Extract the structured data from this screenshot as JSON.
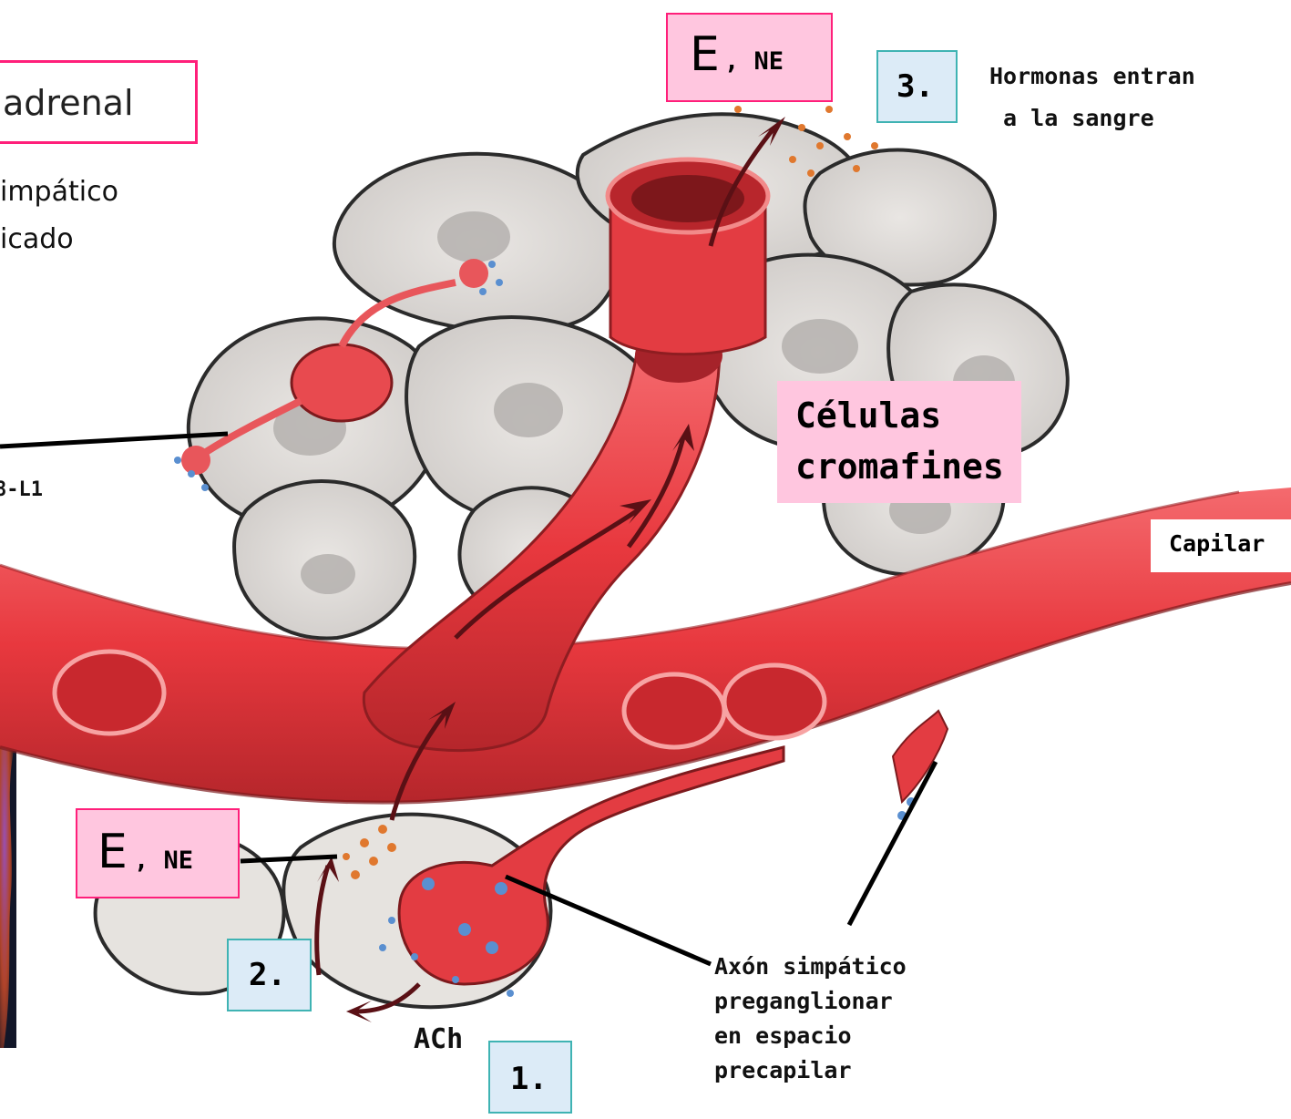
{
  "title_fragment": "adrenal",
  "subtitle_fragment": [
    "impático",
    "icado"
  ],
  "left_label_fragment": "8-L1",
  "top_box": {
    "main": "E",
    "sub": ", NE"
  },
  "bottom_box": {
    "main": "E",
    "sub": ", NE"
  },
  "steps": {
    "one": "1.",
    "two": "2.",
    "three": "3."
  },
  "hormones_text": [
    "Hormonas entran",
    " a la sangre"
  ],
  "cells_label": [
    "Células",
    "cromafines"
  ],
  "capillary_label": "Capilar",
  "ach_label": "ACh",
  "axon_label": [
    "Axón simpático",
    "preganglionar",
    "en espacio",
    "precapilar"
  ],
  "colors": {
    "vessel": "#e8383e",
    "pink_box": "#ffc6df",
    "pink_border": "#ff1f7a",
    "step_box": "#dcebf7",
    "step_border": "#3fb3b3"
  }
}
